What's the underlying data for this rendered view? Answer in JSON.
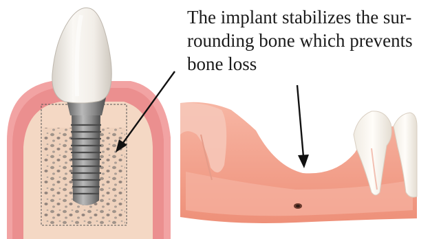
{
  "caption": {
    "lines": [
      "The implant stabilizes the sur-",
      "rounding bone which prevents",
      "bone loss"
    ]
  },
  "colors": {
    "gum": "#f2a3a3",
    "gum_dark": "#e77c7c",
    "bone": "#f4d8c4",
    "bone_pore": "#9c8f86",
    "implant": "#7c7c7c",
    "crown": "#f1ede6",
    "jaw": "#f4a58f",
    "arrow": "#111111"
  },
  "icons": [
    "implant-illustration",
    "edentulous-jaw-illustration",
    "arrow-to-implant",
    "arrow-to-jaw"
  ]
}
